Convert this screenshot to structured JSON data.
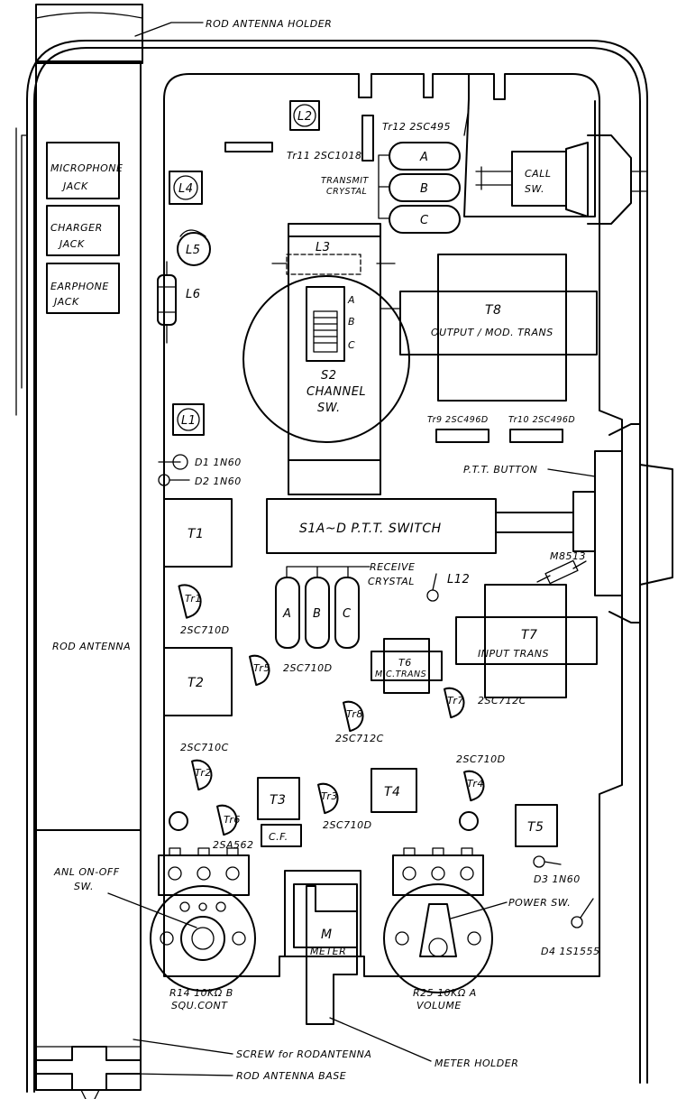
{
  "labels": {
    "rod_antenna_holder": "ROD ANTENNA HOLDER",
    "microphone_jack": [
      "MICROPHONE",
      "JACK"
    ],
    "charger_jack": [
      "CHARGER",
      "JACK"
    ],
    "earphone_jack": [
      "EARPHONE",
      "JACK"
    ],
    "rod_antenna": "ROD ANTENNA",
    "screw_for_rod_antenna": "SCREW for RODANTENNA",
    "rod_antenna_base": "ROD ANTENNA BASE",
    "meter_holder": "METER HOLDER",
    "anl_on_off_sw": [
      "ANL ON-OFF",
      "SW."
    ],
    "power_sw": "POWER SW.",
    "call_sw": [
      "CALL",
      "SW."
    ],
    "ptt_button": "P.T.T. BUTTON",
    "ptt_switch": "S1A~D  P.T.T. SWITCH",
    "channel_sw": [
      "S2",
      "CHANNEL",
      "SW."
    ],
    "channel_marks": [
      "A",
      "B",
      "C"
    ],
    "output_trans": [
      "T8",
      "OUTPUT / MOD. TRANS"
    ],
    "input_trans": [
      "T7",
      "INPUT TRANS"
    ],
    "mic_trans": [
      "T6",
      "MIC.TRANS"
    ],
    "transmit_crystal": [
      "TRANSMIT",
      "CRYSTAL"
    ],
    "receive_crystal": [
      "RECEIVE",
      "CRYSTAL"
    ],
    "crystals": [
      "A",
      "B",
      "C"
    ],
    "tr12": "Tr12 2SC495",
    "tr11": "Tr11 2SC1018",
    "tr9": "Tr9 2SC496D",
    "tr10": "Tr10 2SC496D",
    "tr1": "Tr1",
    "tr1_part": "2SC710D",
    "tr2": "Tr2",
    "tr2_part": "2SC710C",
    "tr3": "Tr3",
    "tr3_part": "2SC710D",
    "tr4": "Tr4",
    "tr4_part": "2SC710D",
    "tr5": "Tr5",
    "tr5_part": "2SC710D",
    "tr6": "Tr6",
    "tr6_part": "2SA562",
    "tr7": "Tr7",
    "tr7_part": "2SC712C",
    "tr8": "Tr8",
    "tr8_part": "2SC712C",
    "l1": "L1",
    "l2": "L2",
    "l3": "L3",
    "l4": "L4",
    "l5": "L5",
    "l6": "L6",
    "l12": "L12",
    "t1": "T1",
    "t2": "T2",
    "t3": "T3",
    "t4": "T4",
    "t5": "T5",
    "cf": "C.F.",
    "d1": "D1 1N60",
    "d2": "D2 1N60",
    "d3": "D3 1N60",
    "d4": "D4 1S1555",
    "m8513": "M8513",
    "meter": [
      "M",
      "METER"
    ],
    "r14": [
      "R14 10KΩ B",
      "SQU.CONT"
    ],
    "r25": [
      "R25 10KΩ A",
      "VOLUME"
    ]
  }
}
